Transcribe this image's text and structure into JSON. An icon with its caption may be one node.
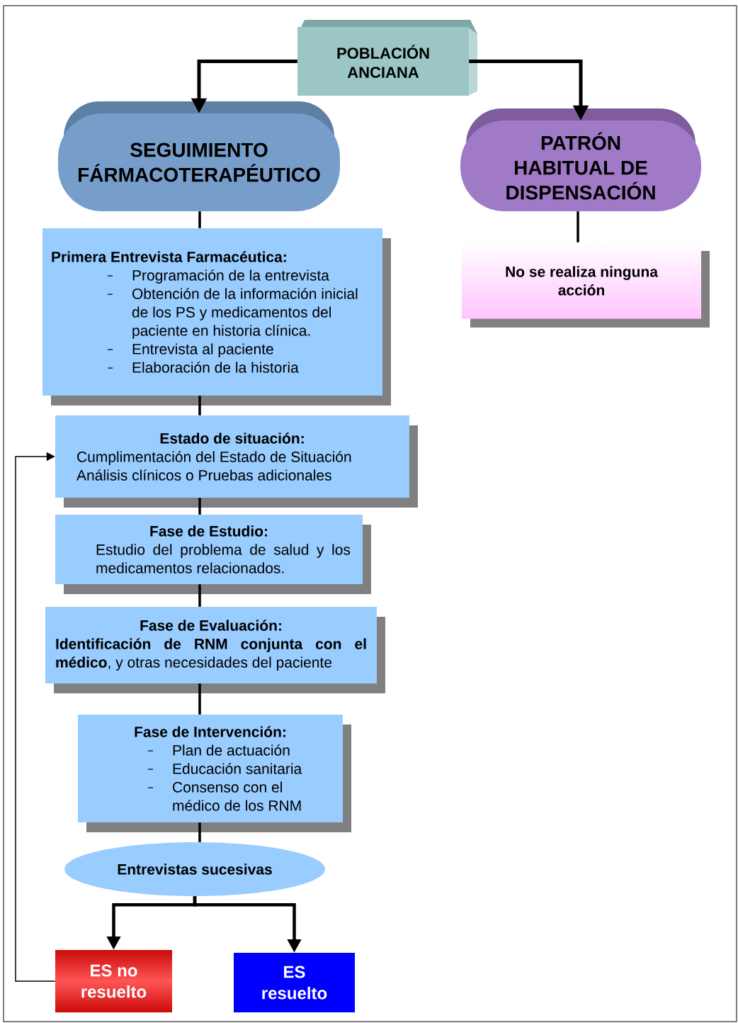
{
  "diagram": {
    "nodes": [
      {
        "text": [
          "POBLACIÓN ANCIANA"
        ]
      },
      {
        "text": [
          "SEGUIMIENTO FÁRMACOTERAPÉUTICO"
        ]
      },
      {
        "text": [
          "PATRÓN HABITUAL DE DISPENSACIÓN"
        ]
      },
      {
        "text": [
          "Primera Entrevista Farmacéutica:",
          "Programación de la entrevista",
          "Obtención de la información inicial de los PS y medicamentos del paciente en historia clínica.",
          "Entrevista al paciente",
          "Elaboración de la historia"
        ]
      },
      {
        "text": [
          "No se realiza ninguna acción"
        ]
      },
      {
        "text": [
          "Estado de situación:",
          "Cumplimentación del Estado de Situación",
          "Análisis clínicos o Pruebas adicionales"
        ]
      },
      {
        "text": [
          "Fase de Estudio:",
          "Estudio del problema de salud y los medicamentos relacionados."
        ]
      },
      {
        "text": [
          "Fase de Evaluación:",
          "**Identificación de RNM conjunta con el médico**, y otras necesidades del paciente"
        ]
      },
      {
        "text": [
          "Fase de Intervención:",
          "Plan de actuación",
          "Educación sanitaria",
          "Consenso con el médico de los RNM"
        ]
      },
      {
        "text": [
          "Entrevistas sucesivas"
        ]
      },
      {
        "text": [
          "ES no resuelto"
        ]
      },
      {
        "text": [
          "ES resuelto"
        ]
      }
    ],
    "edges": [
      {
        "from": 0,
        "to": 1,
        "arrow": "to"
      },
      {
        "from": 0,
        "to": 2,
        "arrow": "to"
      },
      {
        "from": 1,
        "to": 3,
        "arrow": "none"
      },
      {
        "from": 2,
        "to": 4,
        "arrow": "none"
      },
      {
        "from": 3,
        "to": 5,
        "arrow": "none"
      },
      {
        "from": 5,
        "to": 6,
        "arrow": "none"
      },
      {
        "from": 6,
        "to": 7,
        "arrow": "none"
      },
      {
        "from": 7,
        "to": 8,
        "arrow": "none"
      },
      {
        "from": 8,
        "to": 9,
        "arrow": "none"
      },
      {
        "from": 9,
        "to": 10,
        "arrow": "to"
      },
      {
        "from": 9,
        "to": 11,
        "arrow": "to"
      },
      {
        "from": 10,
        "to": 5,
        "arrow": "to"
      }
    ]
  }
}
